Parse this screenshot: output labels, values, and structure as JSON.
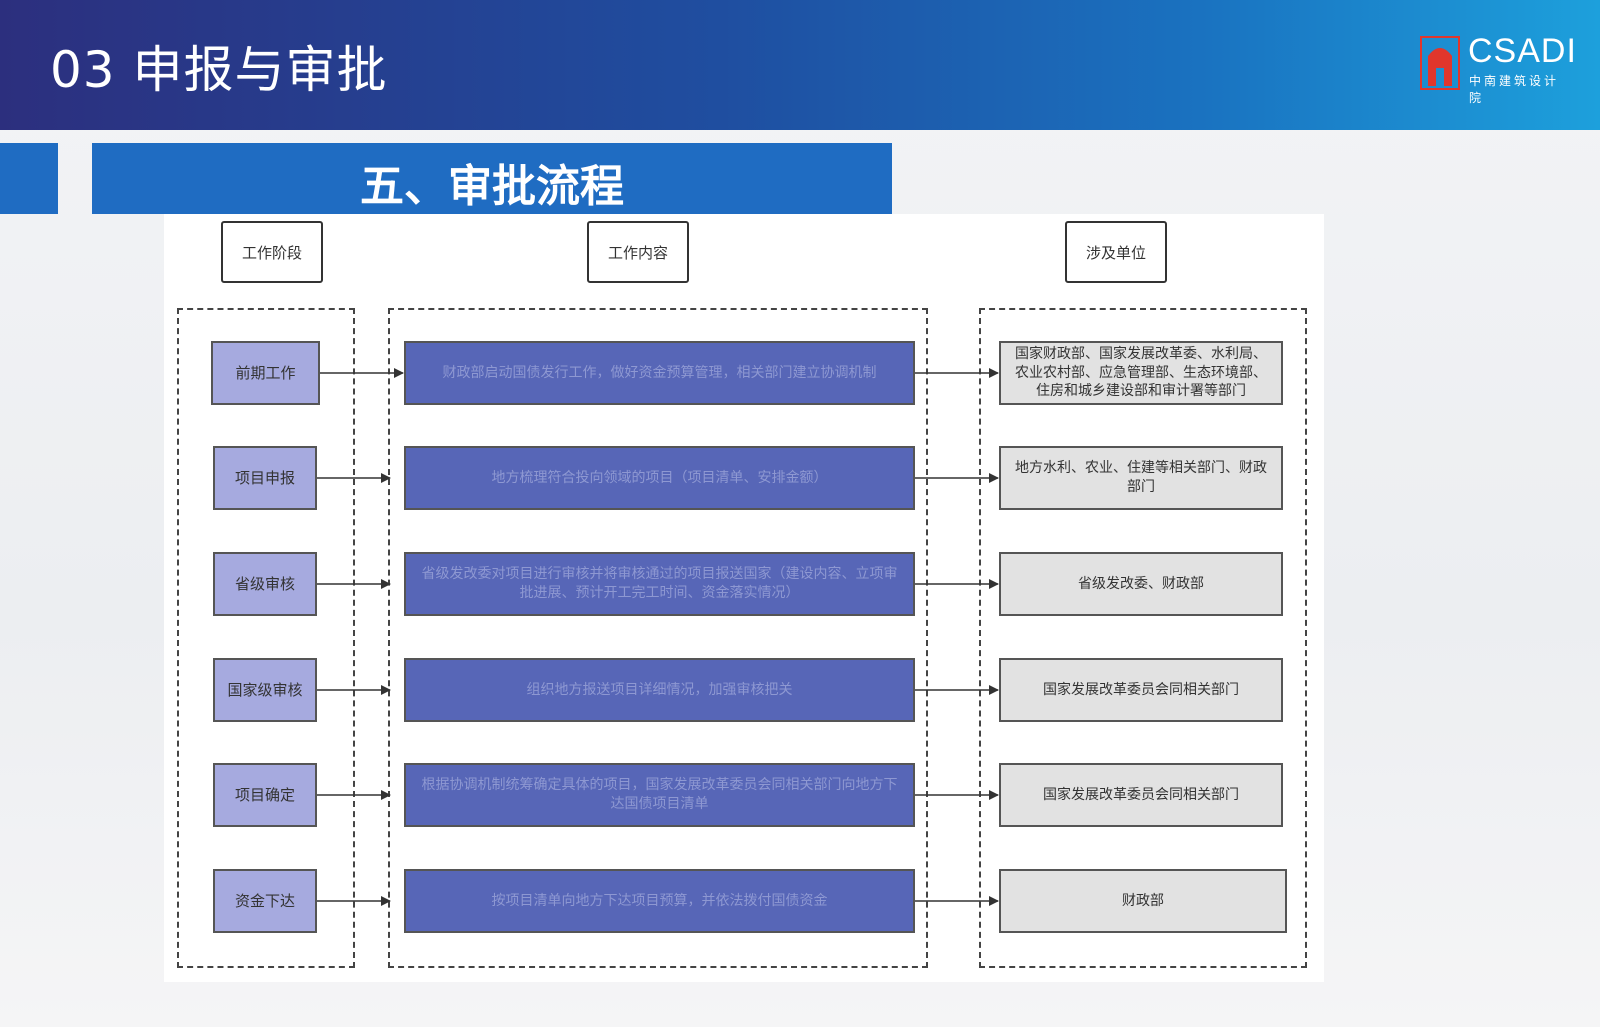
{
  "header": {
    "title": "03  申报与审批",
    "logo_en": "CSADI",
    "logo_cn": "中南建筑设计院"
  },
  "section": {
    "title": "五、审批流程"
  },
  "columns": {
    "stage": "工作阶段",
    "content": "工作内容",
    "units": "涉及单位"
  },
  "rows": [
    {
      "stage": "前期工作",
      "content": "财政部启动国债发行工作，做好资金预算管理，相关部门建立协调机制",
      "units": "国家财政部、国家发展改革委、水利局、农业农村部、应急管理部、生态环境部、住房和城乡建设部和审计署等部门"
    },
    {
      "stage": "项目申报",
      "content": "地方梳理符合投向领域的项目（项目清单、安排金额）",
      "units": "地方水利、农业、住建等相关部门、财政部门"
    },
    {
      "stage": "省级审核",
      "content": "省级发改委对项目进行审核并将审核通过的项目报送国家（建设内容、立项审批进展、预计开工完工时间、资金落实情况）",
      "units": "省级发改委、财政部"
    },
    {
      "stage": "国家级审核",
      "content": "组织地方报送项目详细情况，加强审核把关",
      "units": "国家发展改革委员会同相关部门"
    },
    {
      "stage": "项目确定",
      "content": "根据协调机制统筹确定具体的项目，国家发展改革委员会同相关部门向地方下达国债项目清单",
      "units": "国家发展改革委员会同相关部门"
    },
    {
      "stage": "资金下达",
      "content": "按项目清单向地方下达项目预算，并依法拨付国债资金",
      "units": "财政部"
    }
  ],
  "colors": {
    "header_start": "#2c2f7e",
    "header_end": "#1da0dc",
    "section_bar": "#1f6cc2",
    "stage_fill": "#a6aadf",
    "content_fill": "#5766b7",
    "unit_fill": "#e2e2e2",
    "logo_red": "#e1362c"
  },
  "icons": {
    "logo": "csadi-logo-icon",
    "connector": "arrow-right-icon"
  }
}
